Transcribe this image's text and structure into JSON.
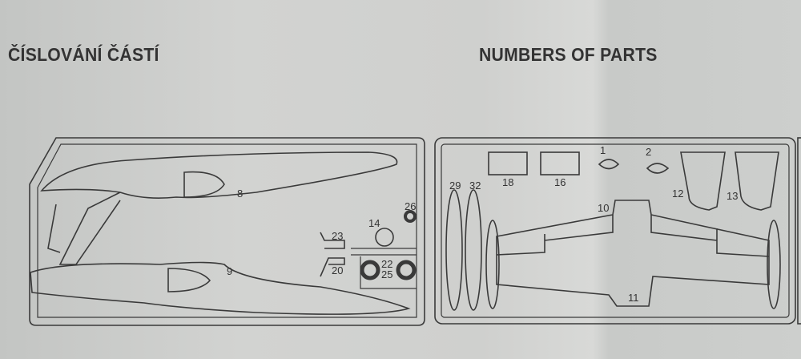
{
  "titles": {
    "czech": "ČÍSLOVÁNÍ ČÁSTÍ",
    "english": "NUMBERS OF PARTS"
  },
  "part_labels": {
    "p8": "8",
    "p9": "9",
    "p14": "14",
    "p26": "26",
    "p23": "23",
    "p20": "20",
    "p22": "22",
    "p25": "25",
    "p29": "29",
    "p32": "32",
    "p18": "18",
    "p16": "16",
    "p1": "1",
    "p2": "2",
    "p12": "12",
    "p13": "13",
    "p10": "10",
    "p11": "11"
  }
}
